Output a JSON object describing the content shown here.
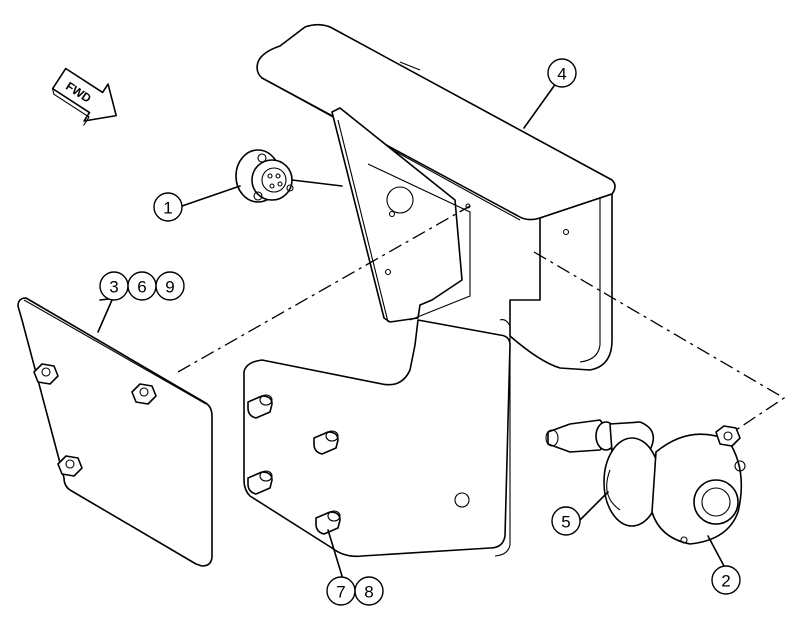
{
  "orientation": {
    "label": "FWD"
  },
  "callouts": [
    {
      "id": "c1",
      "number": "1"
    },
    {
      "id": "c2",
      "number": "2"
    },
    {
      "id": "c3",
      "number": "3"
    },
    {
      "id": "c6",
      "number": "6"
    },
    {
      "id": "c9",
      "number": "9"
    },
    {
      "id": "c4",
      "number": "4"
    },
    {
      "id": "c5",
      "number": "5"
    },
    {
      "id": "c7",
      "number": "7"
    },
    {
      "id": "c8",
      "number": "8"
    }
  ]
}
